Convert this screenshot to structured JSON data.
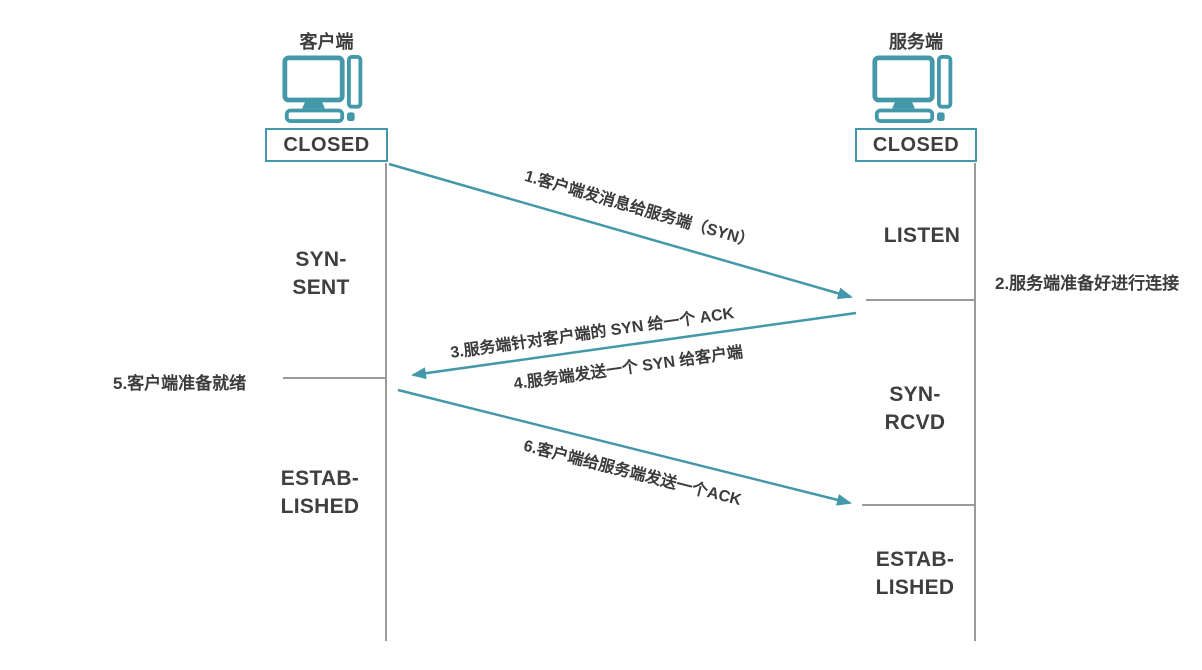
{
  "colors": {
    "accent_teal": "#4398a9",
    "lifeline_gray": "#9a9a9a",
    "text_dark": "#3c3c3c"
  },
  "client": {
    "title": "客户端",
    "closed": "CLOSED",
    "syn_sent": [
      "SYN-",
      "SENT"
    ],
    "established": [
      "ESTAB-",
      "LISHED"
    ]
  },
  "server": {
    "title": "服务端",
    "closed": "CLOSED",
    "listen": "LISTEN",
    "syn_rcvd": [
      "SYN-",
      "RCVD"
    ],
    "established": [
      "ESTAB-",
      "LISHED"
    ]
  },
  "messages": {
    "m1": "1.客户端发消息给服务端（SYN）",
    "m3": "3.服务端针对客户端的 SYN 给一个 ACK",
    "m4": "4.服务端发送一个 SYN 给客户端",
    "m6": "6.客户端给服务端发送一个ACK"
  },
  "notes": {
    "n2": "2.服务端准备好进行连接",
    "n5": "5.客户端准备就绪"
  },
  "icons": {
    "client": "computer-icon",
    "server": "computer-icon"
  }
}
